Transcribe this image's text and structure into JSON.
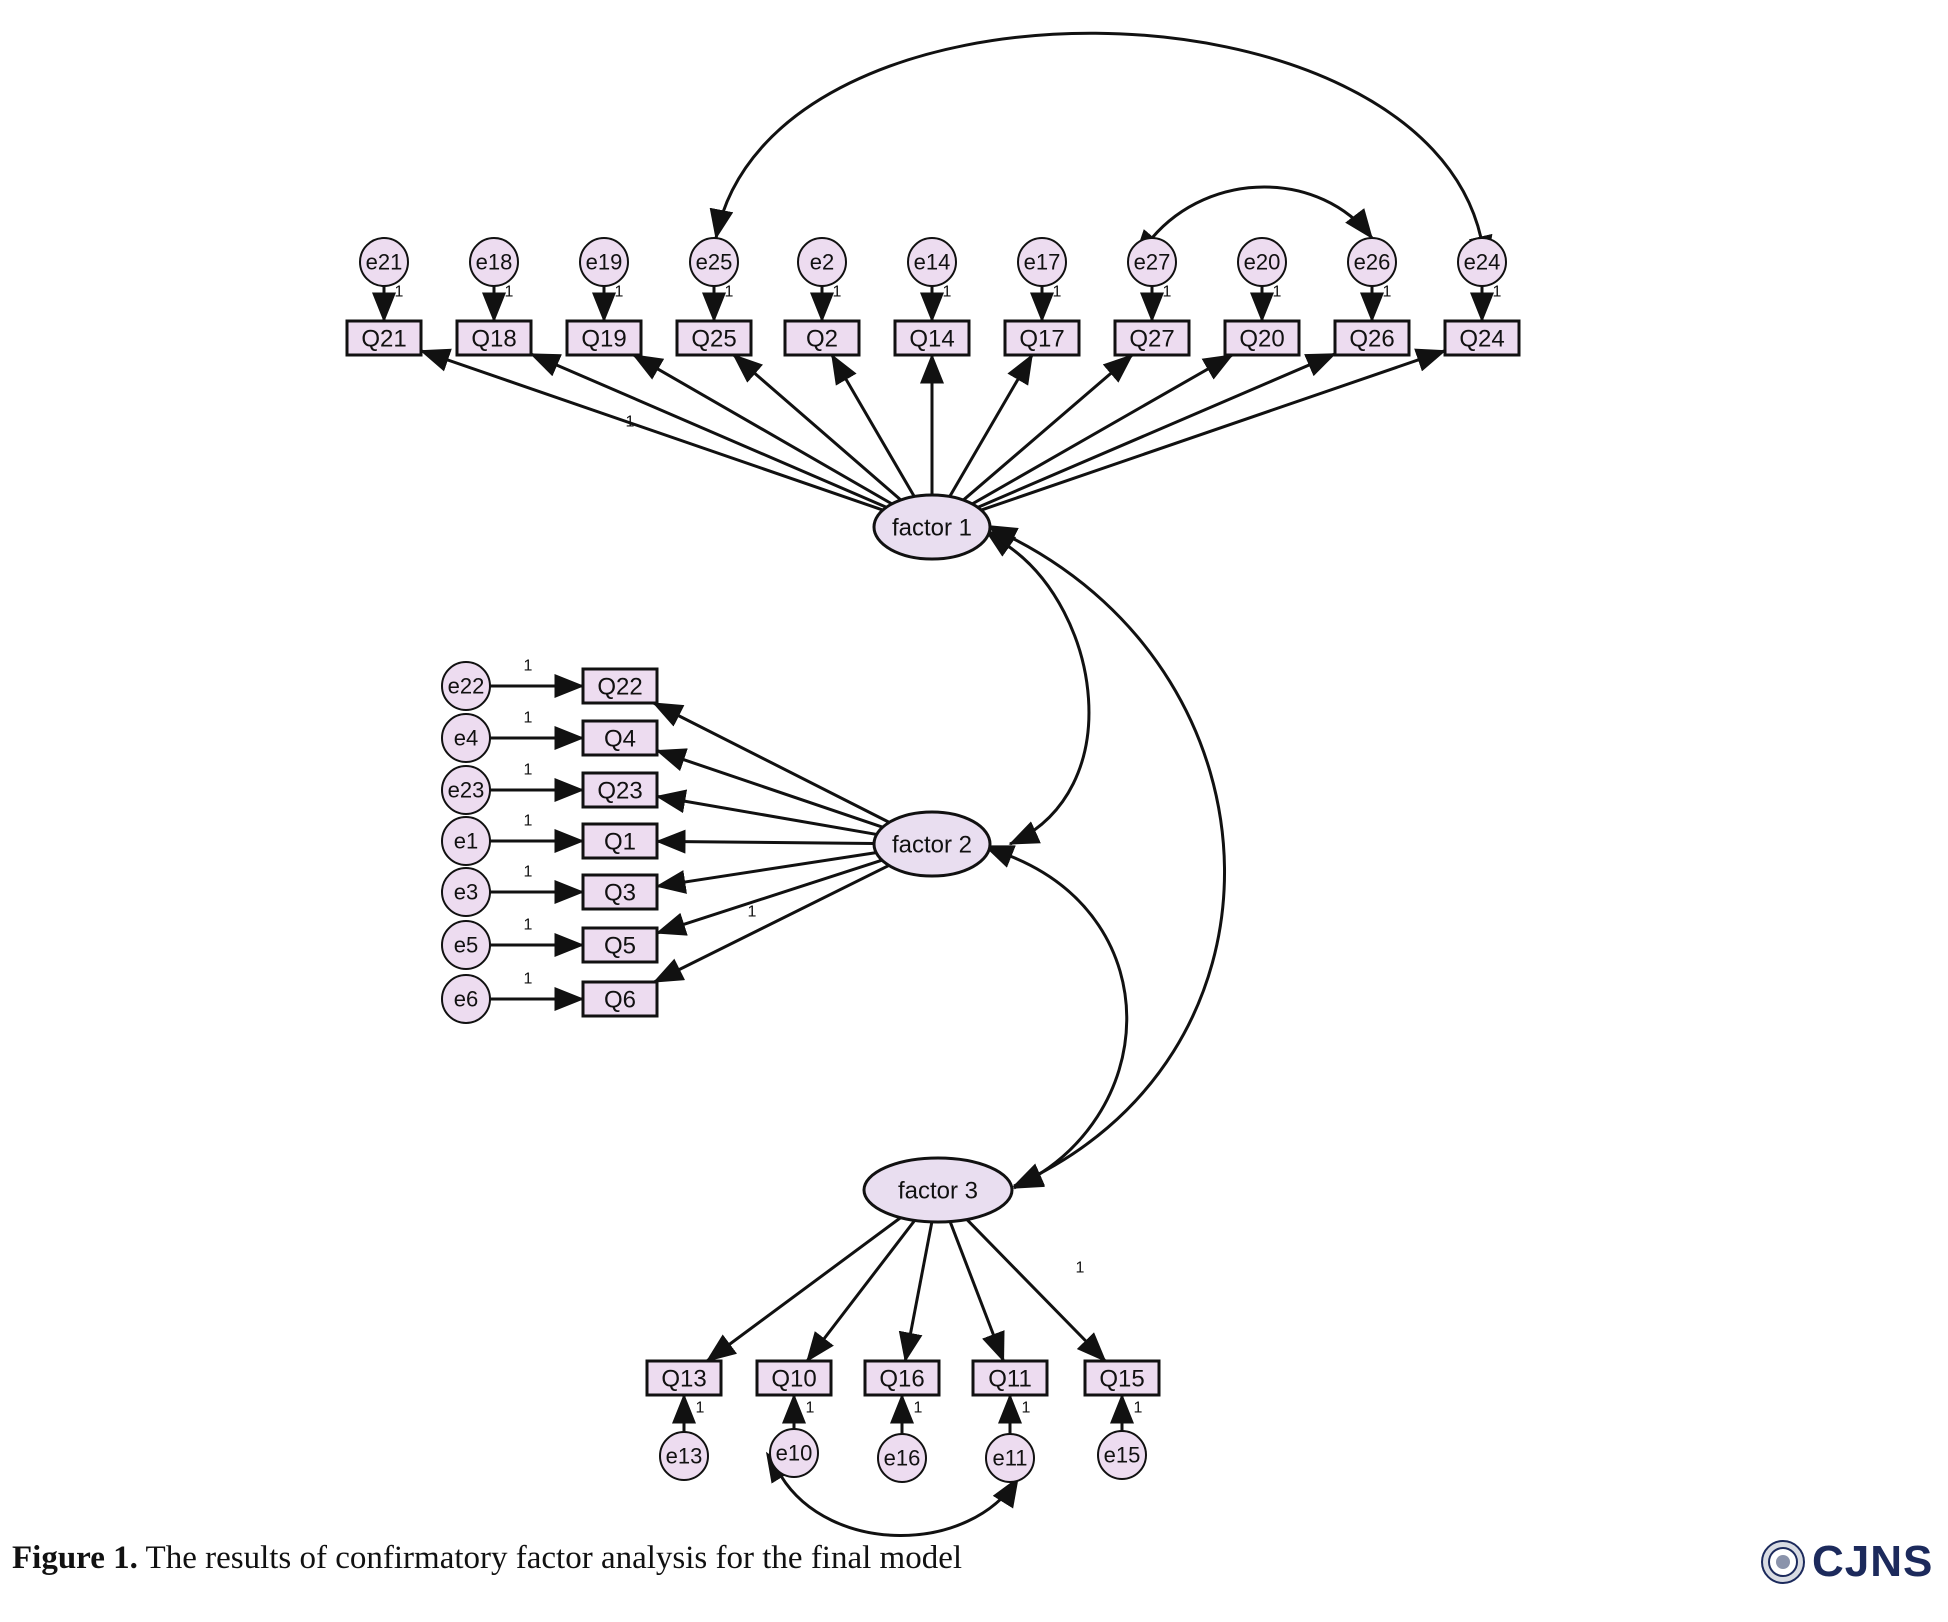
{
  "factors": [
    {
      "id": "f1",
      "label": "factor 1"
    },
    {
      "id": "f2",
      "label": "factor 2"
    },
    {
      "id": "f3",
      "label": "factor 3"
    }
  ],
  "groups": {
    "factor1": [
      {
        "item": "Q21",
        "error": "e21"
      },
      {
        "item": "Q18",
        "error": "e18"
      },
      {
        "item": "Q19",
        "error": "e19"
      },
      {
        "item": "Q25",
        "error": "e25"
      },
      {
        "item": "Q2",
        "error": "e2"
      },
      {
        "item": "Q14",
        "error": "e14"
      },
      {
        "item": "Q17",
        "error": "e17"
      },
      {
        "item": "Q27",
        "error": "e27"
      },
      {
        "item": "Q20",
        "error": "e20"
      },
      {
        "item": "Q26",
        "error": "e26"
      },
      {
        "item": "Q24",
        "error": "e24"
      }
    ],
    "factor2": [
      {
        "item": "Q22",
        "error": "e22"
      },
      {
        "item": "Q4",
        "error": "e4"
      },
      {
        "item": "Q23",
        "error": "e23"
      },
      {
        "item": "Q1",
        "error": "e1"
      },
      {
        "item": "Q3",
        "error": "e3"
      },
      {
        "item": "Q5",
        "error": "e5"
      },
      {
        "item": "Q6",
        "error": "e6"
      }
    ],
    "factor3": [
      {
        "item": "Q13",
        "error": "e13"
      },
      {
        "item": "Q10",
        "error": "e10"
      },
      {
        "item": "Q16",
        "error": "e16"
      },
      {
        "item": "Q11",
        "error": "e11"
      },
      {
        "item": "Q15",
        "error": "e15"
      }
    ]
  },
  "fixed_weight_label": "1",
  "covariances": [
    [
      "e25",
      "e24"
    ],
    [
      "e27",
      "e26"
    ],
    [
      "e10",
      "e11"
    ],
    [
      "factor 1",
      "factor 2"
    ],
    [
      "factor 2",
      "factor 3"
    ],
    [
      "factor 1",
      "factor 3"
    ]
  ],
  "caption": {
    "label": "Figure 1.",
    "text": " The results of confirmatory factor analysis for the final model"
  },
  "logo": {
    "text": "CJNS"
  },
  "colors": {
    "node_fill": "#eddcf0",
    "factor_fill": "#e9def0",
    "stroke": "#111111",
    "logo": "#1c2a5c"
  }
}
